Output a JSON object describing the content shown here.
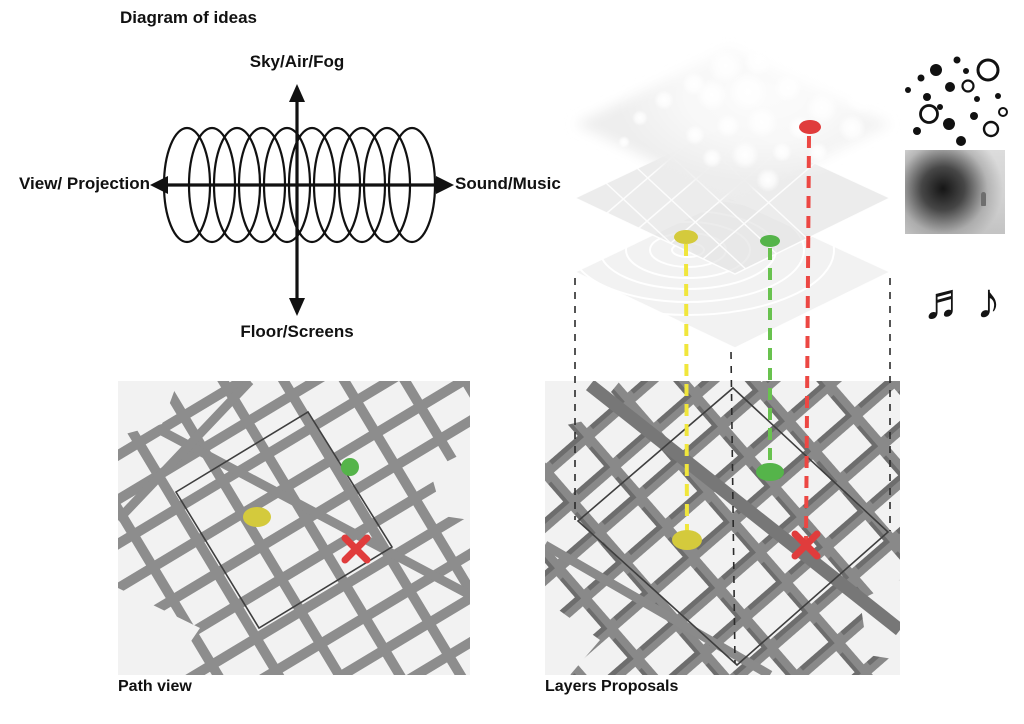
{
  "title": "Diagram of ideas",
  "axis_diagram": {
    "top_label": "Sky/Air/Fog",
    "bottom_label": "Floor/Screens",
    "left_label": "View/ Projection",
    "right_label": "Sound/Music"
  },
  "maps": {
    "path_view": {
      "caption": "Path view"
    },
    "layers_proposals": {
      "caption": "Layers Proposals"
    }
  },
  "legend_icons": {
    "bubbles": "bubbles-icon",
    "fog_photo": "fog-photo",
    "music_notes_glyphs": "♬♪"
  },
  "colors": {
    "marker_yellow": "#d4ca3c",
    "marker_green": "#55b44a",
    "marker_red": "#e03c3c",
    "line_yellow": "#f0e63c",
    "line_green": "#69c24f",
    "line_red": "#ec4743",
    "ink": "#111111"
  }
}
